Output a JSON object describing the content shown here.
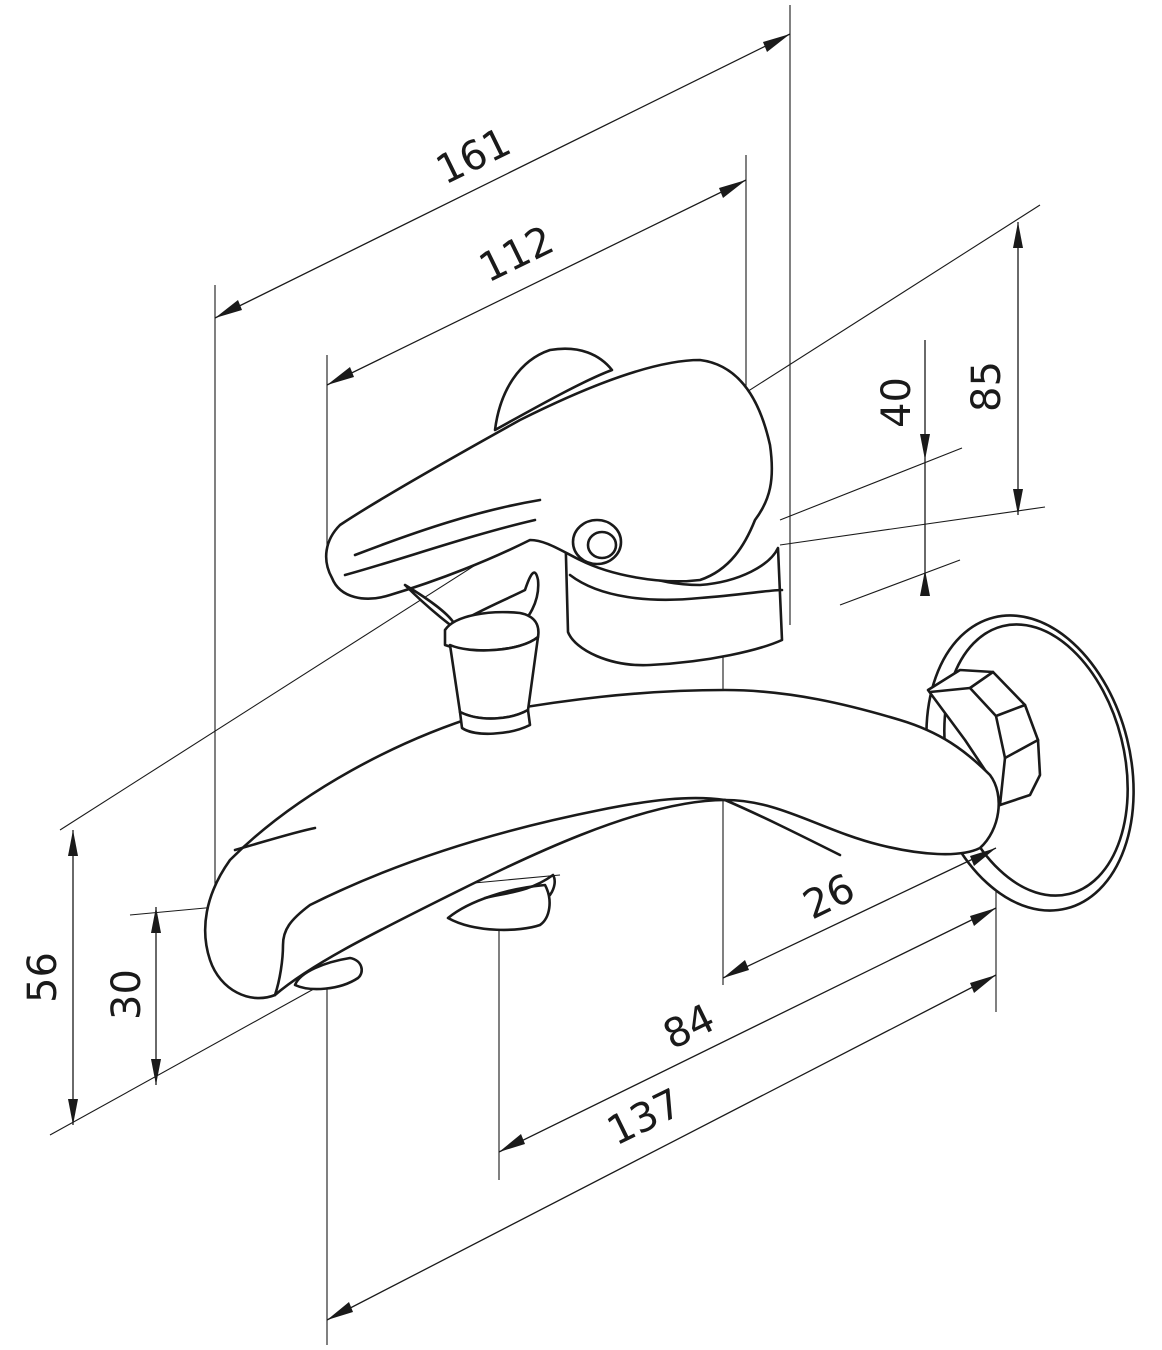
{
  "drawing": {
    "subject": "",
    "dimensions": [
      {
        "id": "overall-length",
        "value": "161"
      },
      {
        "id": "body-length",
        "value": "112"
      },
      {
        "id": "total-height",
        "value": "85"
      },
      {
        "id": "lever-height",
        "value": "40"
      },
      {
        "id": "spout-height",
        "value": "56"
      },
      {
        "id": "outlet-height",
        "value": "30"
      },
      {
        "id": "wall-to-body",
        "value": "26"
      },
      {
        "id": "wall-to-diverter",
        "value": "84"
      },
      {
        "id": "wall-to-spout",
        "value": "137"
      }
    ],
    "line_color": "#1a1a1a",
    "background_color": "#ffffff"
  }
}
